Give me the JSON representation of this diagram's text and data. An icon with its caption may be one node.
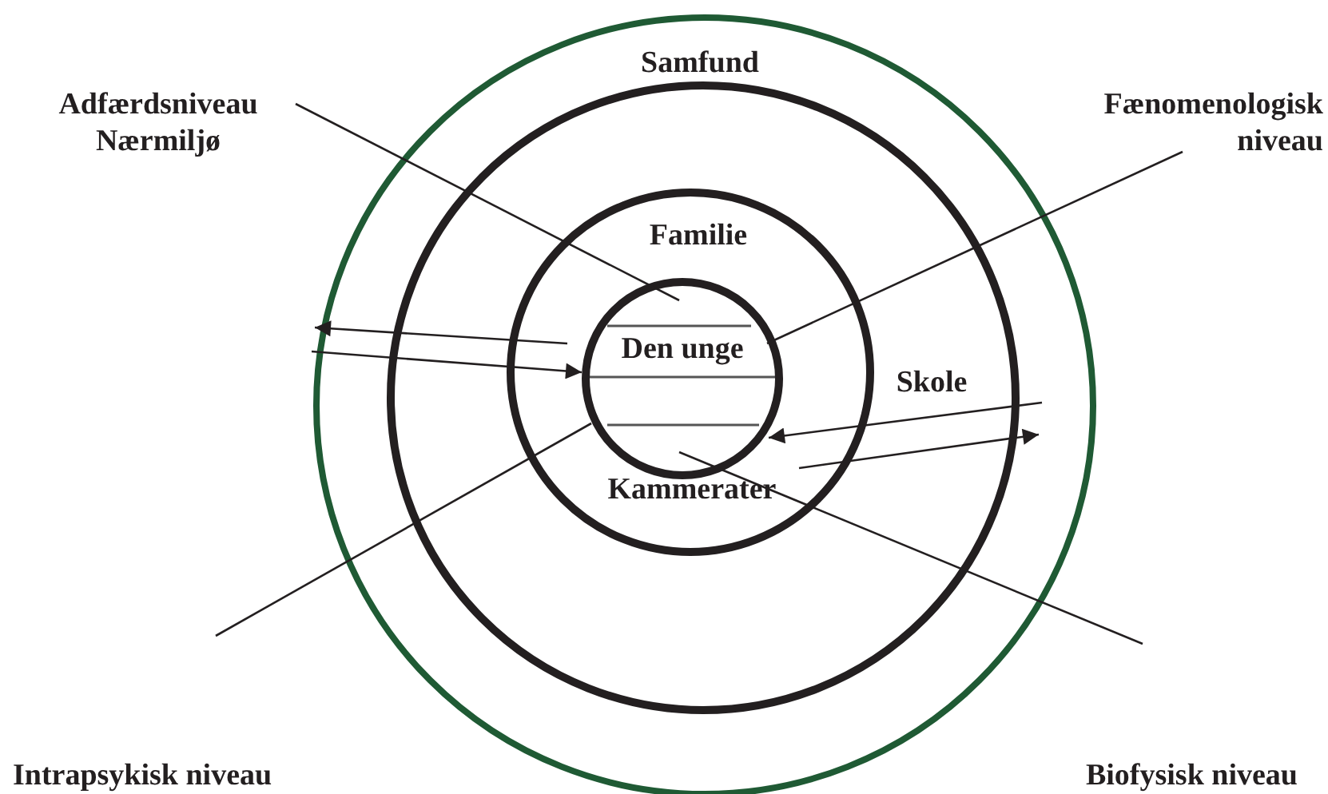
{
  "diagram": {
    "nodes": [
      {
        "text": [
          "Samfund"
        ]
      },
      {
        "text": [
          "Skole"
        ],
        "in": 0
      },
      {
        "text": [
          "Familie",
          "Kammerater"
        ],
        "in": 1
      },
      {
        "text": [
          "Den unge"
        ],
        "in": 2
      },
      {
        "text": [
          "Adfærdsniveau Nærmiljø"
        ]
      },
      {
        "text": [
          "Fænomenologisk niveau"
        ]
      },
      {
        "text": [
          "Intrapsykisk niveau"
        ]
      },
      {
        "text": [
          "Biofysisk niveau"
        ]
      }
    ],
    "edges": [
      {
        "from": 4,
        "to": 3,
        "arrow": "none"
      },
      {
        "from": 5,
        "to": 3,
        "arrow": "none"
      },
      {
        "from": 6,
        "to": 3,
        "arrow": "none"
      },
      {
        "from": 7,
        "to": 3,
        "arrow": "none"
      },
      {
        "from": 3,
        "to": 0,
        "arrow": "to"
      },
      {
        "from": 0,
        "to": 3,
        "arrow": "to"
      },
      {
        "from": 0,
        "to": 3,
        "arrow": "to"
      },
      {
        "from": 3,
        "to": 0,
        "arrow": "to"
      }
    ]
  }
}
